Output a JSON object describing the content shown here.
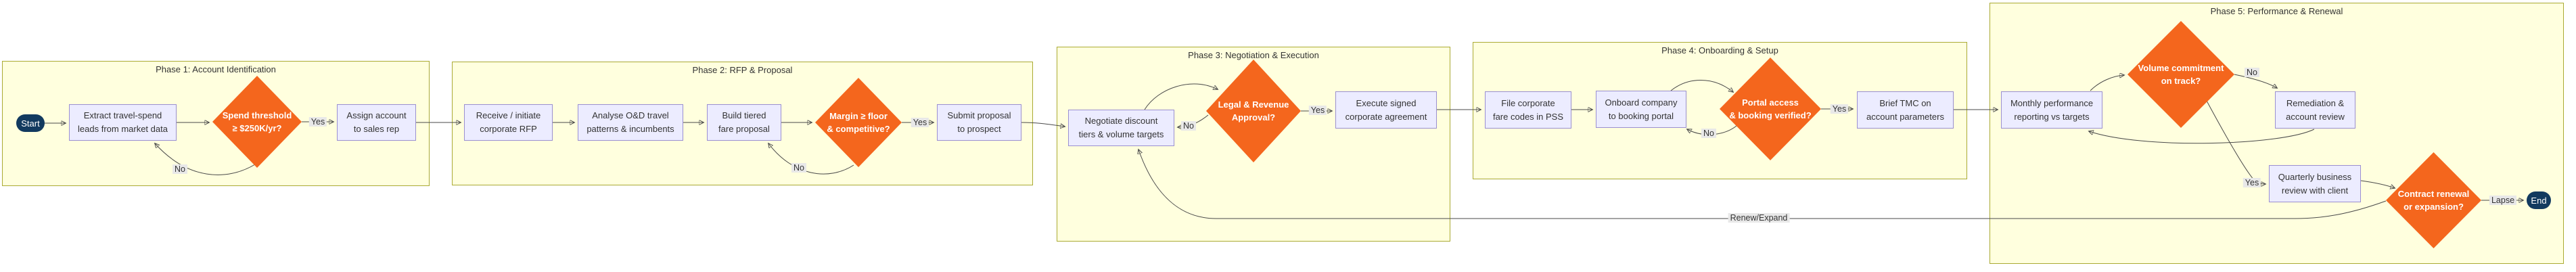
{
  "diagram": {
    "type": "flowchart",
    "direction": "left-to-right",
    "terminals": {
      "start": "Start",
      "end": "End"
    },
    "phases": [
      {
        "title": "Phase 1: Account Identification"
      },
      {
        "title": "Phase 2: RFP & Proposal"
      },
      {
        "title": "Phase 3: Negotiation & Execution"
      },
      {
        "title": "Phase 4: Onboarding & Setup"
      },
      {
        "title": "Phase 5: Performance & Renewal"
      }
    ],
    "nodes": {
      "extract_leads": "Extract travel-spend\nleads from market data",
      "assign_account": "Assign account\nto sales rep",
      "receive_rfp": "Receive / initiate\ncorporate RFP",
      "analyse_patterns": "Analyse O&D travel\npatterns & incumbents",
      "build_proposal": "Build tiered\nfare proposal",
      "submit_proposal": "Submit proposal\nto prospect",
      "negotiate": "Negotiate discount\ntiers & volume targets",
      "execute_agreement": "Execute signed\ncorporate agreement",
      "file_codes": "File corporate\nfare codes in PSS",
      "onboard_portal": "Onboard company\nto booking portal",
      "brief_tmc": "Brief TMC on\naccount parameters",
      "monthly_reporting": "Monthly performance\nreporting vs targets",
      "remediation": "Remediation &\naccount review",
      "quarterly_review": "Quarterly business\nreview with client"
    },
    "decisions": {
      "spend_threshold": "Spend threshold\n≥ $250K/yr?",
      "margin_floor": "Margin ≥ floor\n& competitive?",
      "legal_approval": "Legal & Revenue\nApproval?",
      "portal_verified": "Portal access\n& booking verified?",
      "volume_on_track": "Volume commitment\non track?",
      "contract_renewal": "Contract renewal\nor expansion?"
    },
    "edge_labels": {
      "yes": "Yes",
      "no": "No",
      "lapse": "Lapse",
      "renew_expand": "Renew/Expand"
    },
    "edges": [
      {
        "from": "start",
        "to": "extract_leads"
      },
      {
        "from": "extract_leads",
        "to": "spend_threshold"
      },
      {
        "from": "spend_threshold",
        "to": "assign_account",
        "label": "Yes"
      },
      {
        "from": "spend_threshold",
        "to": "extract_leads",
        "label": "No"
      },
      {
        "from": "assign_account",
        "to": "receive_rfp"
      },
      {
        "from": "receive_rfp",
        "to": "analyse_patterns"
      },
      {
        "from": "analyse_patterns",
        "to": "build_proposal"
      },
      {
        "from": "build_proposal",
        "to": "margin_floor"
      },
      {
        "from": "margin_floor",
        "to": "submit_proposal",
        "label": "Yes"
      },
      {
        "from": "margin_floor",
        "to": "build_proposal",
        "label": "No"
      },
      {
        "from": "submit_proposal",
        "to": "negotiate"
      },
      {
        "from": "negotiate",
        "to": "legal_approval"
      },
      {
        "from": "legal_approval",
        "to": "execute_agreement",
        "label": "Yes"
      },
      {
        "from": "legal_approval",
        "to": "negotiate",
        "label": "No"
      },
      {
        "from": "execute_agreement",
        "to": "file_codes"
      },
      {
        "from": "file_codes",
        "to": "onboard_portal"
      },
      {
        "from": "onboard_portal",
        "to": "portal_verified"
      },
      {
        "from": "portal_verified",
        "to": "brief_tmc",
        "label": "Yes"
      },
      {
        "from": "portal_verified",
        "to": "onboard_portal",
        "label": "No"
      },
      {
        "from": "brief_tmc",
        "to": "monthly_reporting"
      },
      {
        "from": "monthly_reporting",
        "to": "volume_on_track"
      },
      {
        "from": "volume_on_track",
        "to": "remediation",
        "label": "No"
      },
      {
        "from": "volume_on_track",
        "to": "quarterly_review",
        "label": "Yes"
      },
      {
        "from": "remediation",
        "to": "monthly_reporting"
      },
      {
        "from": "quarterly_review",
        "to": "contract_renewal"
      },
      {
        "from": "contract_renewal",
        "to": "negotiate",
        "label": "Renew/Expand"
      },
      {
        "from": "contract_renewal",
        "to": "end",
        "label": "Lapse"
      }
    ],
    "colors": {
      "phase_fill": "#FFFFDE",
      "phase_border": "#AAAA33",
      "node_fill": "#ECECFF",
      "node_border": "#9A8FD0",
      "decision_fill": "#F4661D",
      "terminal_fill": "#123A5F",
      "edge": "#4A4A4A",
      "edge_label_bg": "#E8E8E8",
      "text": "#333333"
    }
  }
}
